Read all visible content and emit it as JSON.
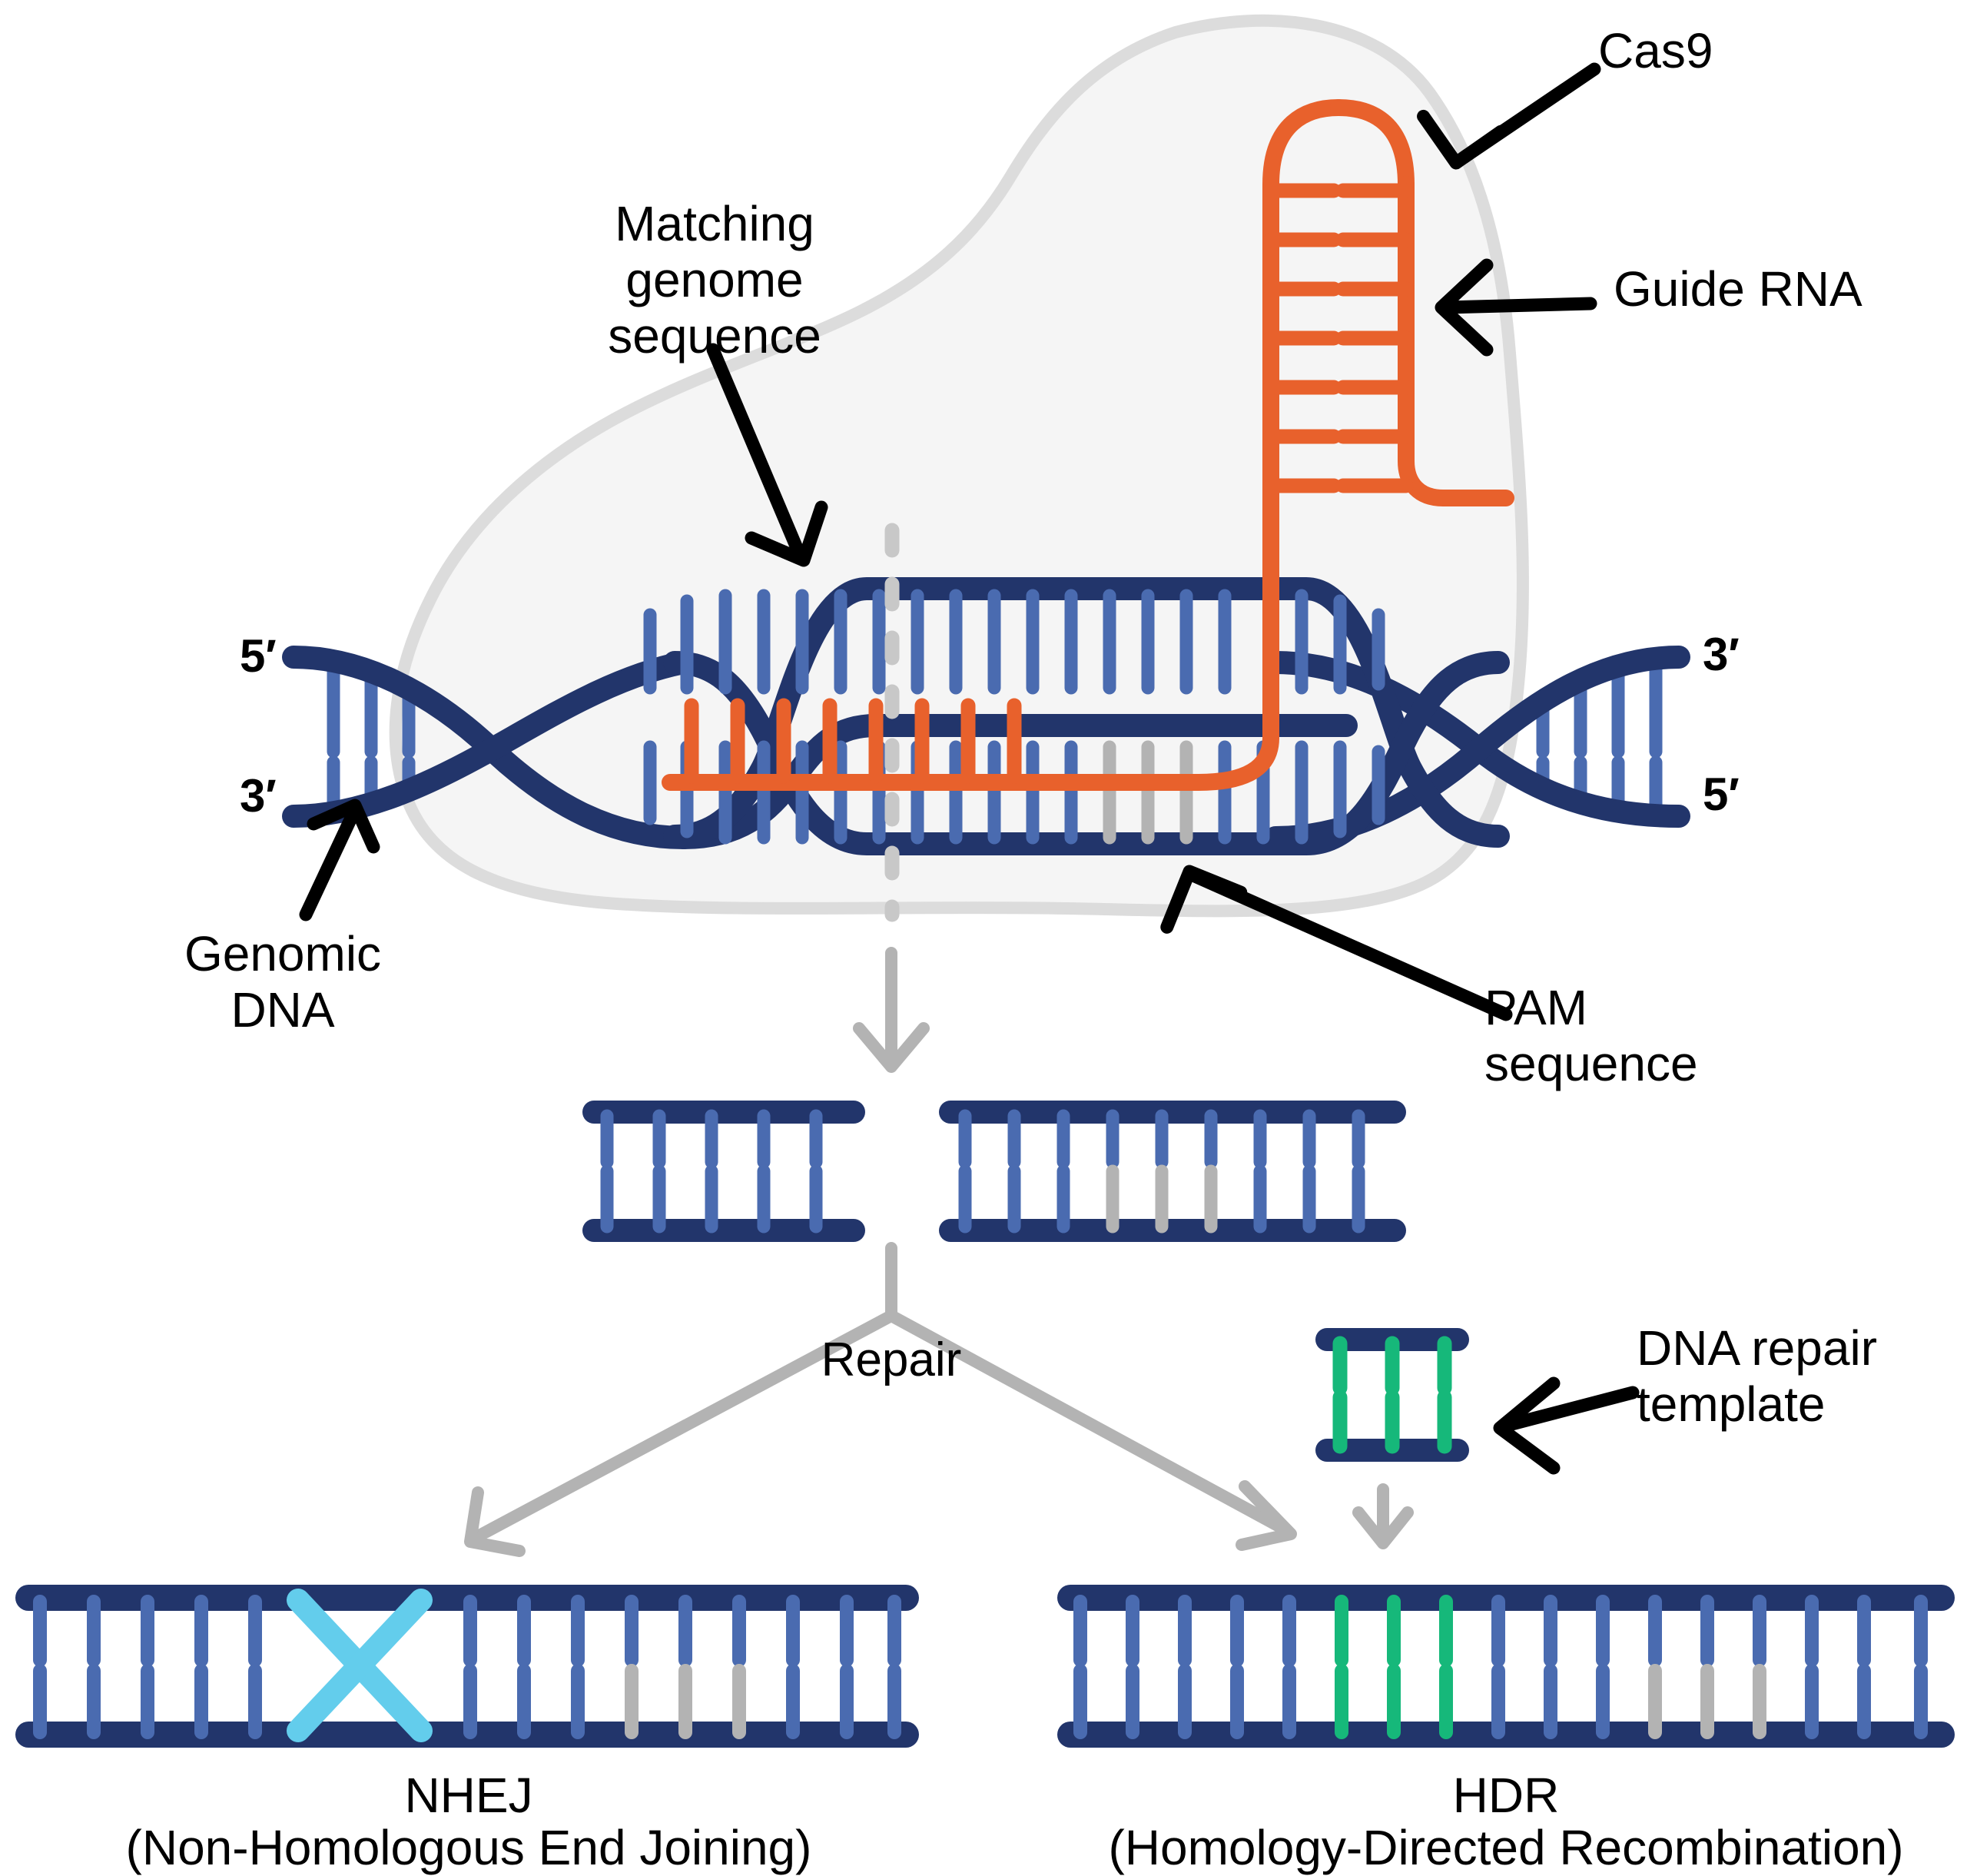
{
  "figure": {
    "title": "CRISPR-Cas9 genome editing mechanism",
    "colors": {
      "cas9_fill": "#f5f5f5",
      "cas9_stroke": "#dcdcdc",
      "dna_backbone": "#22356b",
      "dna_rung": "#4a6bb0",
      "dna_rung_pam": "#b3b3b3",
      "guide_rna": "#e8612c",
      "repair_template": "#16b87a",
      "nhej_mutation": "#63cdec",
      "flow_arrow": "#b3b3b3",
      "cut_line": "#c8c8c8",
      "text": "#000000"
    }
  },
  "labels": {
    "cas9": "Cas9",
    "guide_rna": "Guide RNA",
    "matching_genome_sequence": "Matching\ngenome\nsequence",
    "pam_sequence": "PAM\nsequence",
    "genomic_dna": "Genomic\nDNA",
    "dna_repair_template": "DNA repair\ntemplate",
    "repair": "Repair",
    "five_prime_left": "5′",
    "three_prime_left": "3′",
    "three_prime_right": "3′",
    "five_prime_right": "5′",
    "nhej_title": "NHEJ",
    "nhej_subtitle": "(Non-Homologous End Joining)",
    "hdr_title": "HDR",
    "hdr_subtitle": "(Homology-Directed Recombination)"
  },
  "diagram_data": {
    "type": "process-diagram",
    "stages": [
      {
        "id": "recognition",
        "name": "Cas9 ribonucleoprotein bound to genomic DNA",
        "elements": [
          "Cas9 protein blob (light grey)",
          "Guide RNA hairpin (orange) with 7 stem base pairs",
          "Guide RNA spacer pairing with 8 target bases",
          "Unwound DNA bubble with R-loop",
          "PAM sequence shown as 3 grey rungs on bottom strand",
          "Grey dashed vertical blunt-cut line"
        ]
      },
      {
        "id": "cleavage",
        "name": "Double-strand break products",
        "left_fragment_rungs": 5,
        "right_fragment_rungs": 10,
        "right_fragment_pam_grey_indices": [
          4,
          5,
          6
        ]
      },
      {
        "id": "repair",
        "name": "Repair pathway branch",
        "branches": [
          "NHEJ",
          "HDR"
        ]
      },
      {
        "id": "nhej",
        "name": "Non-Homologous End Joining product",
        "total_rungs": 18,
        "mutation_marker": "cyan X (indel) spanning rungs 6-7",
        "pam_grey_indices": [
          12,
          13,
          14
        ]
      },
      {
        "id": "hdr",
        "name": "Homology-Directed Recombination product",
        "total_rungs": 18,
        "inserted_template_rungs": [
          6,
          7,
          8
        ],
        "pam_grey_indices": [
          12,
          13,
          14
        ],
        "donor_template_rungs": 3
      }
    ]
  }
}
